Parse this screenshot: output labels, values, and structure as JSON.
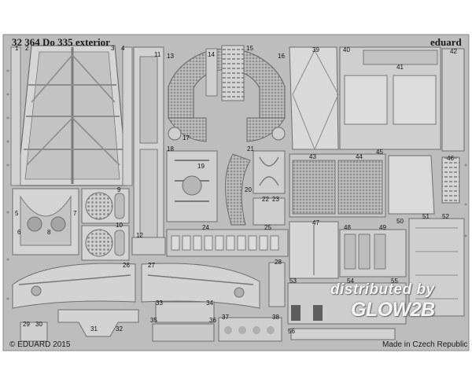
{
  "header": {
    "code_title": "32 364  Do 335 exterior",
    "brand": "eduard"
  },
  "footer": {
    "copyright": "© EDUARD 2015",
    "origin": "Made in Czech Republic"
  },
  "watermark": {
    "line1": "distributed by",
    "line2": "GLOW2B"
  },
  "colors": {
    "sheet": "#bcbcbc",
    "sheet_edge": "#8a8a8a",
    "part_light": "#d8d8d8",
    "part_shadow": "#6e6e6e",
    "background": "#ffffff"
  },
  "part_numbers": [
    "1",
    "2",
    "3",
    "4",
    "5",
    "6",
    "7",
    "8",
    "9",
    "10",
    "11",
    "12",
    "13",
    "14",
    "15",
    "16",
    "17",
    "18",
    "19",
    "20",
    "21",
    "22",
    "23",
    "24",
    "25",
    "26",
    "27",
    "28",
    "29",
    "30",
    "31",
    "32",
    "33",
    "34",
    "35",
    "36",
    "37",
    "38",
    "39",
    "40",
    "41",
    "42",
    "43",
    "44",
    "45",
    "46",
    "47",
    "48",
    "49",
    "50",
    "51",
    "52",
    "53",
    "54",
    "55",
    "56"
  ]
}
